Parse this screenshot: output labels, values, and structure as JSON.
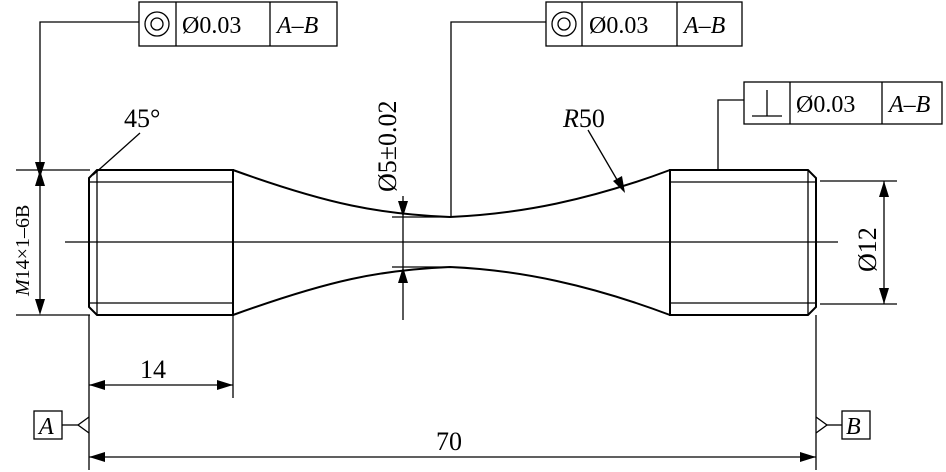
{
  "fcf_top_left": {
    "symbol": "concentricity",
    "tolerance": "Ø0.03",
    "datum": "A–B"
  },
  "fcf_top_mid": {
    "symbol": "concentricity",
    "tolerance": "Ø0.03",
    "datum": "A–B"
  },
  "fcf_right": {
    "symbol": "perpendicularity",
    "tolerance": "Ø0.03",
    "datum": "A–B"
  },
  "dims": {
    "chamfer": "45°",
    "radius_prefix": "R",
    "radius_value": "50",
    "neck_dia": "Ø5±0.02",
    "thread_prefix": "M",
    "thread_rest": "14×1–6B",
    "end_dia": "Ø12",
    "thread_len": "14",
    "total_len": "70"
  },
  "datums": {
    "left": "A",
    "right": "B"
  }
}
